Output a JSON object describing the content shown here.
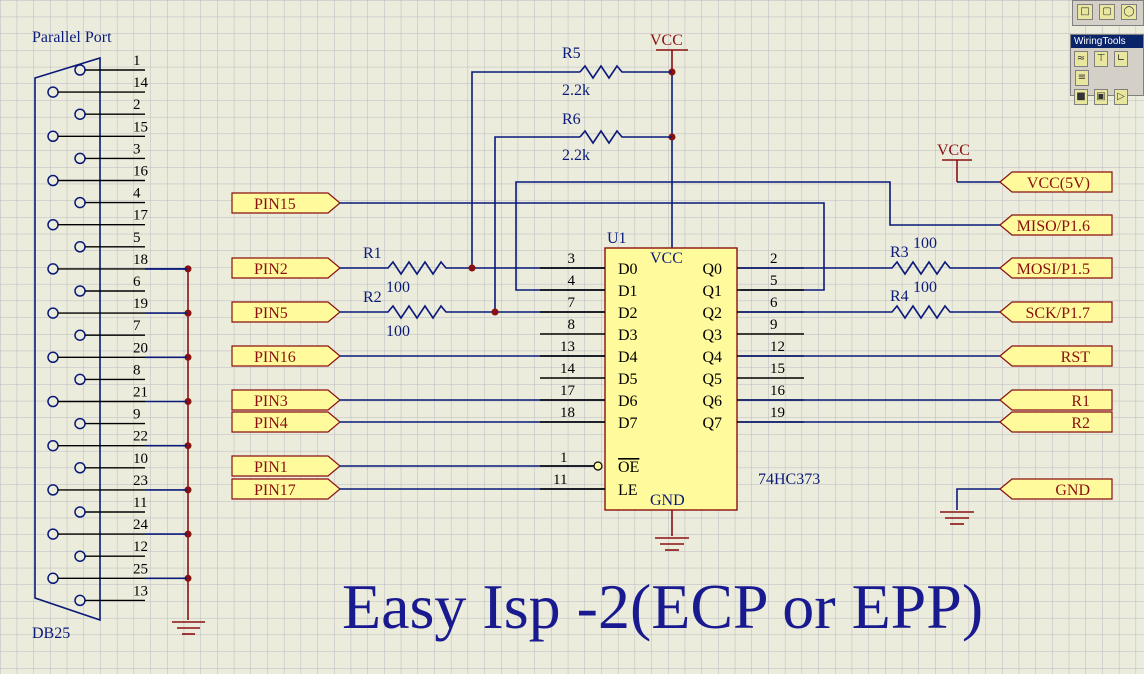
{
  "connector": {
    "title": "Parallel Port",
    "name": "DB25",
    "pins": [
      "1",
      "14",
      "2",
      "15",
      "3",
      "16",
      "4",
      "17",
      "5",
      "18",
      "6",
      "19",
      "7",
      "20",
      "8",
      "21",
      "9",
      "22",
      "10",
      "23",
      "11",
      "24",
      "12",
      "25",
      "13"
    ]
  },
  "resistors": {
    "r5": {
      "ref": "R5",
      "value": "2.2k"
    },
    "r6": {
      "ref": "R6",
      "value": "2.2k"
    },
    "r1": {
      "ref": "R1",
      "value": "100"
    },
    "r2": {
      "ref": "R2",
      "value": "100"
    },
    "r3": {
      "ref": "R3",
      "value": "100"
    },
    "r4": {
      "ref": "R4",
      "value": "100"
    }
  },
  "chip": {
    "ref": "U1",
    "part": "74HC373",
    "vcc": "VCC",
    "gnd": "GND",
    "left_pins": [
      {
        "num": "3",
        "name": "D0"
      },
      {
        "num": "4",
        "name": "D1"
      },
      {
        "num": "7",
        "name": "D2"
      },
      {
        "num": "8",
        "name": "D3"
      },
      {
        "num": "13",
        "name": "D4"
      },
      {
        "num": "14",
        "name": "D5"
      },
      {
        "num": "17",
        "name": "D6"
      },
      {
        "num": "18",
        "name": "D7"
      }
    ],
    "right_pins": [
      {
        "num": "2",
        "name": "Q0"
      },
      {
        "num": "5",
        "name": "Q1"
      },
      {
        "num": "6",
        "name": "Q2"
      },
      {
        "num": "9",
        "name": "Q3"
      },
      {
        "num": "12",
        "name": "Q4"
      },
      {
        "num": "15",
        "name": "Q5"
      },
      {
        "num": "16",
        "name": "Q6"
      },
      {
        "num": "19",
        "name": "Q7"
      }
    ],
    "oe": {
      "num": "1",
      "name": "OE"
    },
    "le": {
      "num": "11",
      "name": "LE"
    }
  },
  "power": {
    "vcc_top": "VCC",
    "vcc_right": "VCC"
  },
  "input_ports": [
    "PIN15",
    "PIN2",
    "PIN5",
    "PIN16",
    "PIN3",
    "PIN4",
    "PIN1",
    "PIN17"
  ],
  "output_ports": [
    "VCC(5V)",
    "MISO/P1.6",
    "MOSI/P1.5",
    "SCK/P1.7",
    "RST",
    "R1",
    "R2",
    "GND"
  ],
  "title": "Easy Isp -2(ECP or EPP)",
  "toolbar": {
    "title": "WiringTools"
  }
}
